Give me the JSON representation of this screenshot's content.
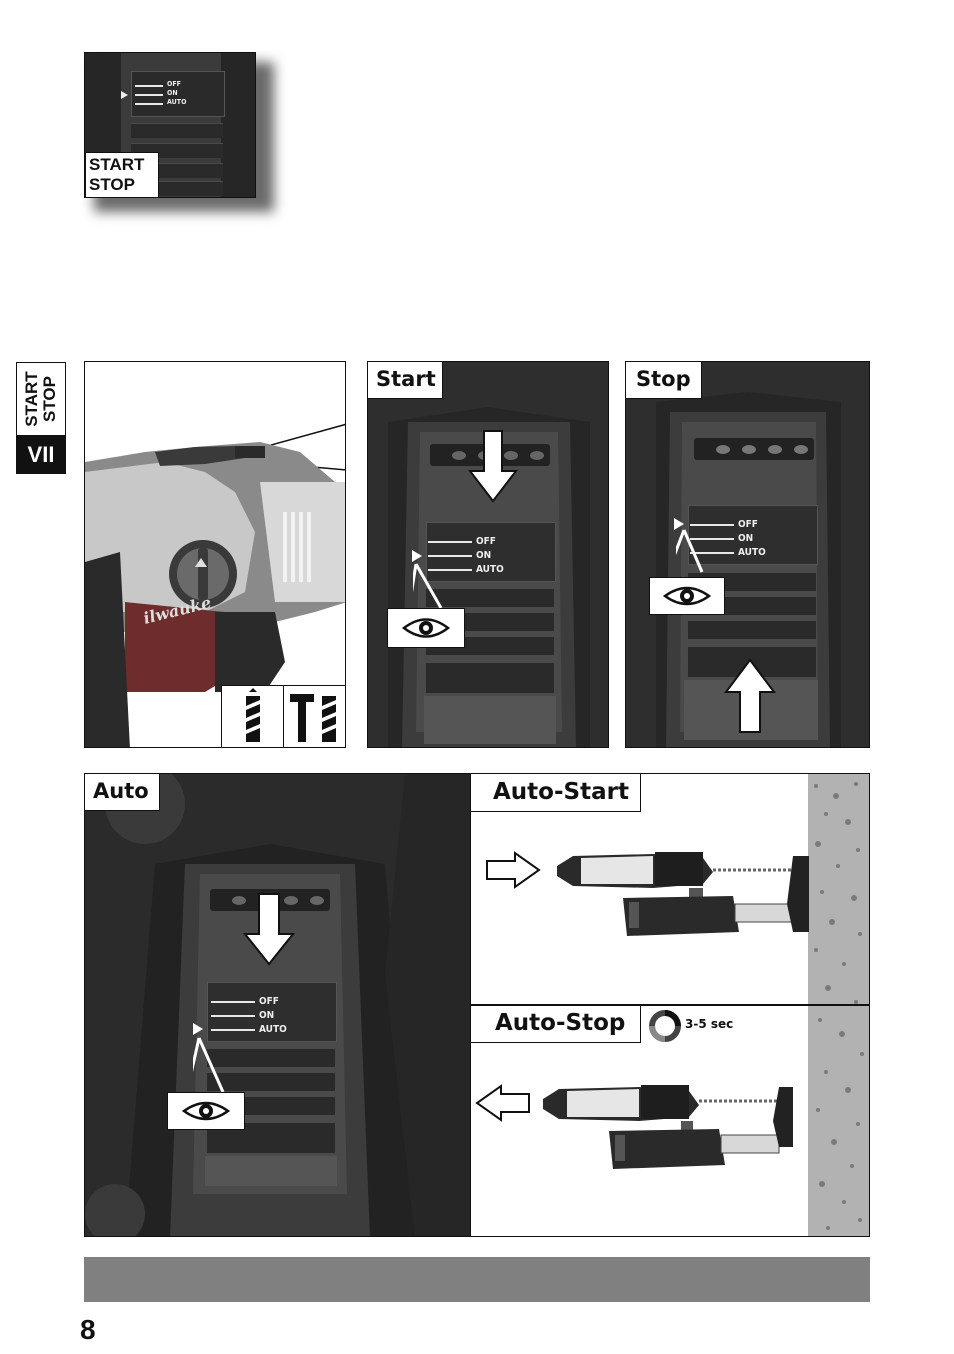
{
  "thumb": {
    "tag_line1": "START",
    "tag_line2": "STOP",
    "switch": [
      "OFF",
      "ON",
      "AUTO"
    ]
  },
  "side_tab": {
    "line1": "START",
    "line2": "STOP",
    "section": "VII"
  },
  "panels": {
    "start": {
      "tag": "Start",
      "switch": [
        "OFF",
        "ON",
        "AUTO"
      ]
    },
    "stop": {
      "tag": "Stop",
      "switch": [
        "OFF",
        "ON",
        "AUTO"
      ]
    },
    "auto": {
      "tag": "Auto",
      "switch": [
        "OFF",
        "ON",
        "AUTO"
      ]
    },
    "auto_start": {
      "tag": "Auto-Start"
    },
    "auto_stop": {
      "tag": "Auto-Stop",
      "timer": "3-5 sec"
    }
  },
  "tool": {
    "brand_partial": "ilwauke"
  },
  "page_number": "8",
  "colors": {
    "dark": "#2c2c2c",
    "panel_bg": "#3a3a3a",
    "footer_bar": "#808080",
    "wall": "#b0b0b0"
  }
}
